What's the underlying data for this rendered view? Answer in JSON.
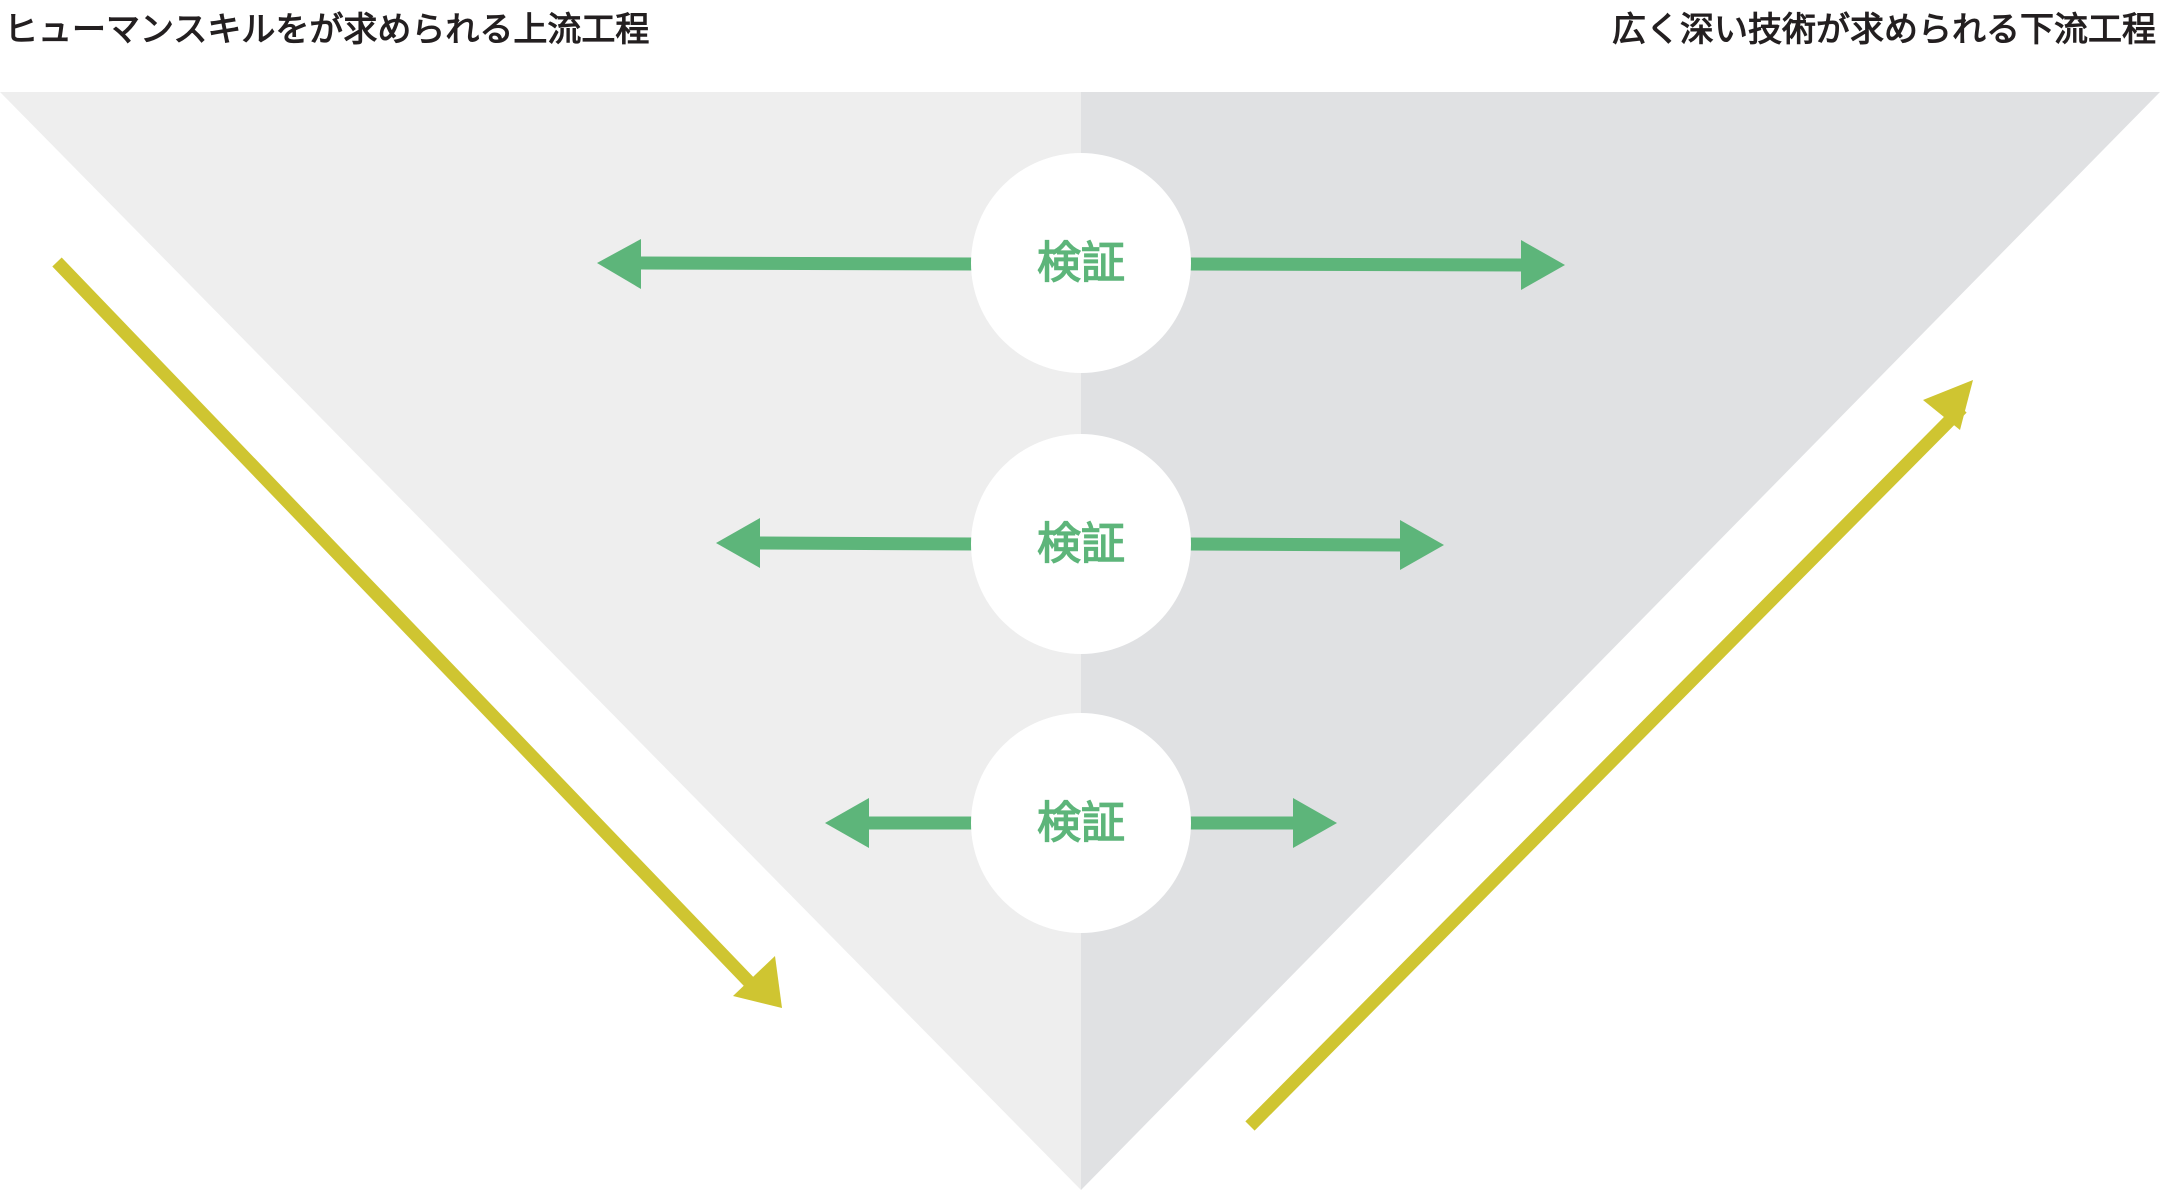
{
  "headings": {
    "left": "ヒューマンスキルをが求められる上流工程",
    "right": "広く深い技術が求められる下流工程"
  },
  "verify_nodes": [
    {
      "label": "検証"
    },
    {
      "label": "検証"
    },
    {
      "label": "検証"
    }
  ],
  "colors": {
    "triangle_left": "#eeeeee",
    "triangle_right": "#e0e1e3",
    "circle": "#ffffff",
    "verify_arrow": "#5db57a",
    "flow_arrow": "#cfc531",
    "heading_text": "#231f20"
  }
}
